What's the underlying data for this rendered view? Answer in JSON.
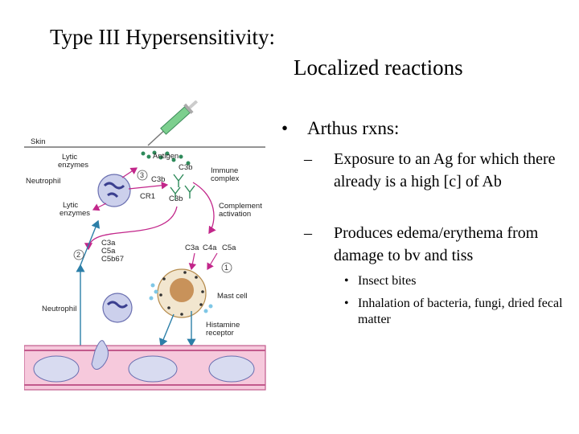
{
  "slide": {
    "title_line1": "Type III Hypersensitivity:",
    "title_line2": "Localized reactions",
    "bullet": "Arthus rxns:",
    "sub_bullets": [
      "Exposure to an Ag for which there already is a high [c] of Ab",
      "Produces edema/erythema from damage to bv and tiss"
    ],
    "sub_sub_bullets": [
      "Insect bites",
      "Inhalation of bacteria, fungi, dried fecal matter"
    ]
  },
  "diagram": {
    "labels": {
      "skin": "Skin",
      "antigen": "Antigen",
      "lytic1_a": "Lytic",
      "lytic1_b": "enzymes",
      "c3b_top": "C3b",
      "immune_a": "Immune",
      "immune_b": "complex",
      "neutrophil_top": "Neutrophil",
      "c3b_left": "C3b",
      "cr1": "CR1",
      "c3b_bottom": "C3b",
      "lytic2_a": "Lytic",
      "lytic2_b": "enzymes",
      "complement_a": "Complement",
      "complement_b": "activation",
      "c3a_left": "C3a",
      "c5a_left": "C5a",
      "c5b67": "C5b67",
      "c3a_right": "C3a",
      "c4a_right": "C4a",
      "c5a_right": "C5a",
      "mast_cell": "Mast cell",
      "neutrophil_bottom": "Neutrophil",
      "histamine_a": "Histamine",
      "histamine_b": "receptor",
      "step1": "1",
      "step2": "2",
      "step3": "3"
    }
  }
}
